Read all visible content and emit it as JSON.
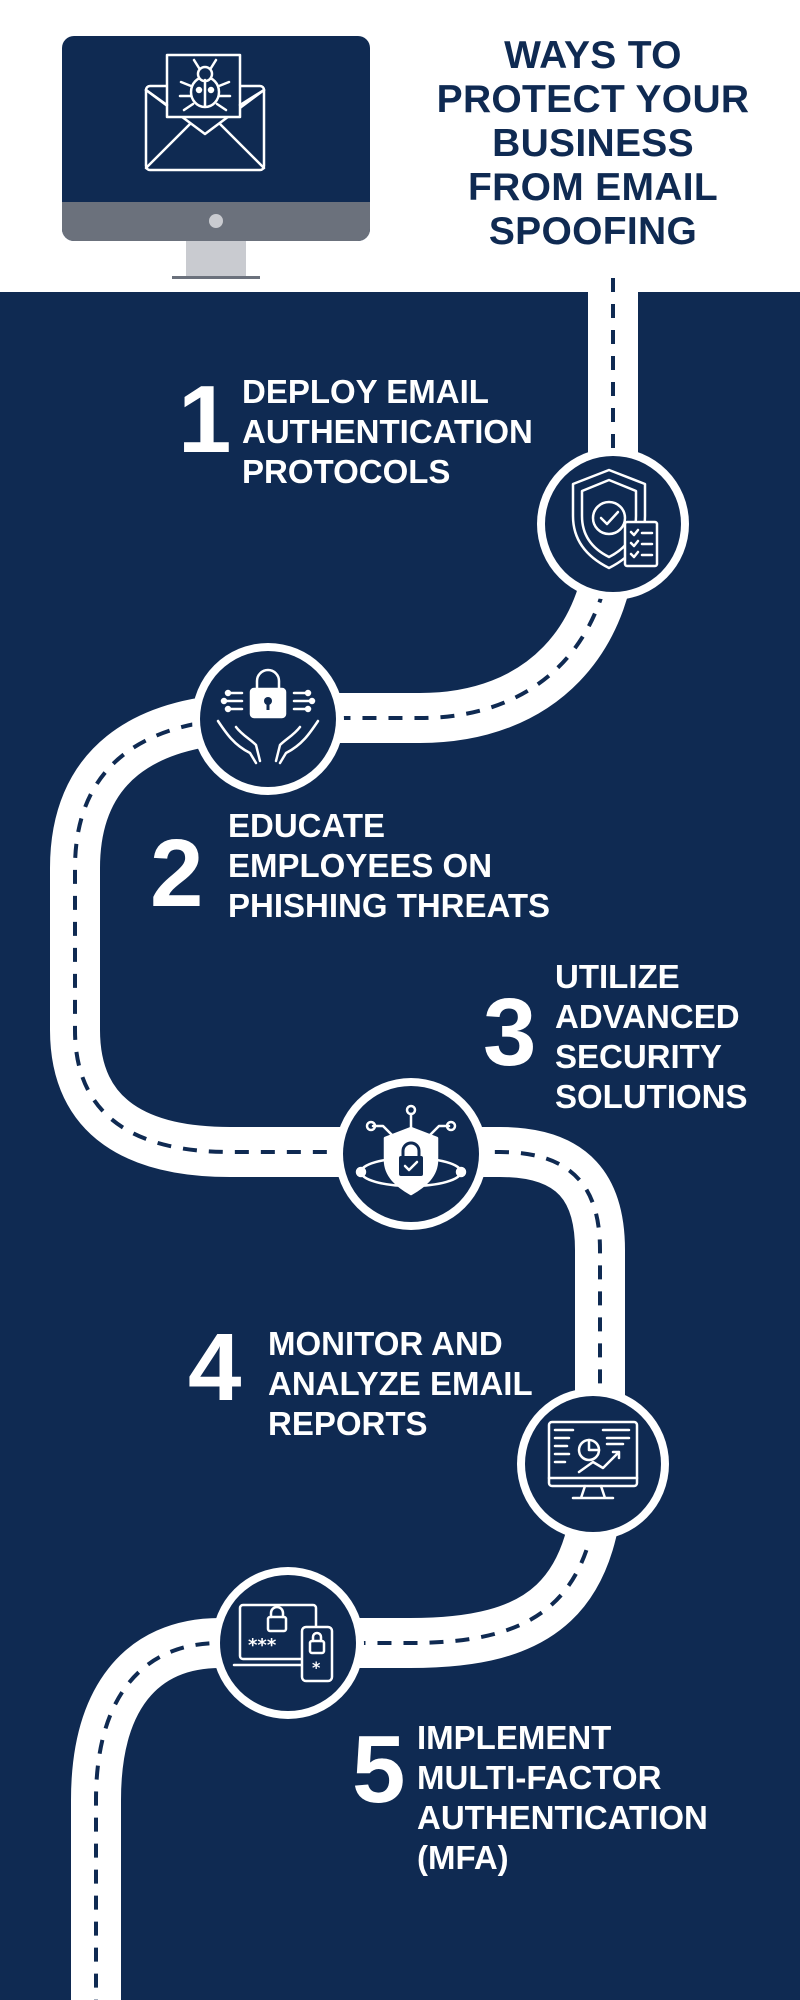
{
  "colors": {
    "navy": "#0f2a52",
    "white": "#ffffff",
    "grey": "#6b717c",
    "stand": "#c9cbd0"
  },
  "title": {
    "lines": [
      "WAYS TO",
      "PROTECT YOUR",
      "BUSINESS",
      "FROM EMAIL",
      "SPOOFING"
    ]
  },
  "steps": [
    {
      "number": "1",
      "lines": [
        "DEPLOY EMAIL",
        "AUTHENTICATION",
        "PROTOCOLS"
      ],
      "icon": "shield-checklist-icon"
    },
    {
      "number": "2",
      "lines": [
        "EDUCATE",
        "EMPLOYEES ON",
        "PHISHING THREATS"
      ],
      "icon": "hands-lock-icon"
    },
    {
      "number": "3",
      "lines": [
        "UTILIZE",
        "ADVANCED",
        "SECURITY",
        "SOLUTIONS"
      ],
      "icon": "security-shield-network-icon"
    },
    {
      "number": "4",
      "lines": [
        "MONITOR AND",
        "ANALYZE EMAIL",
        "REPORTS"
      ],
      "icon": "monitor-analytics-icon"
    },
    {
      "number": "5",
      "lines": [
        "IMPLEMENT",
        "MULTI-FACTOR",
        "AUTHENTICATION",
        "(MFA)"
      ],
      "icon": "laptop-phone-password-icon"
    }
  ]
}
